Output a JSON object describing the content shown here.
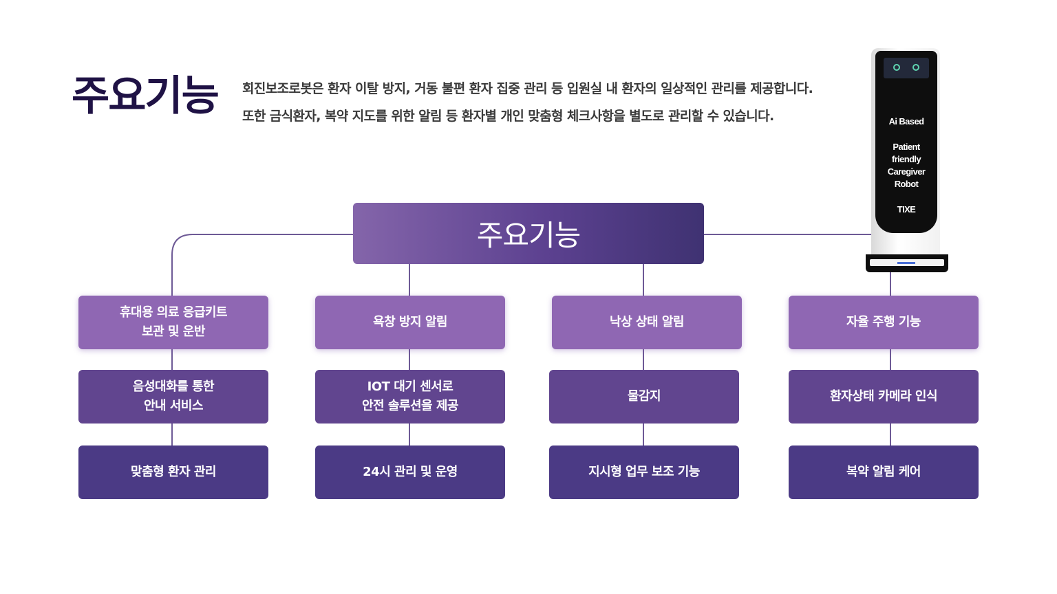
{
  "page": {
    "title": "주요기능",
    "intro_lines": [
      "회진보조로봇은 환자 이탈 방지, 거동 불편 환자 집중 관리 등 입원실 내 환자의 일상적인 관리를 제공합니다.",
      "또한 금식환자, 복약 지도를 위한 알림 등 환자별 개인 맞춤형 체크사항을 별도로 관리할 수 있습니다."
    ]
  },
  "diagram": {
    "hub": "주요기능",
    "columns": [
      {
        "items": [
          "휴대용 의료 응급키트\n보관 및 운반",
          "음성대화를 통한\n안내 서비스",
          "맞춤형 환자 관리"
        ]
      },
      {
        "items": [
          "욕창 방지 알림",
          "IOT 대기 센서로\n안전 솔루션을 제공",
          "24시  관리 및 운영"
        ]
      },
      {
        "items": [
          "낙상 상태 알림",
          "물감지",
          "지시형 업무 보조 기능"
        ]
      },
      {
        "items": [
          "자율 주행 기능",
          "환자상태 카메라 인식",
          "복약 알림 케어"
        ]
      }
    ]
  },
  "robot": {
    "screen_lines": [
      "Ai Based",
      "Patient",
      "friendly",
      "Caregiver",
      "Robot",
      "TIXE"
    ]
  },
  "colors": {
    "title": "#1f1245",
    "level1": "#8f67b3",
    "level2": "#61458f",
    "level3": "#4b3a85",
    "connector": "#6e5a96"
  }
}
